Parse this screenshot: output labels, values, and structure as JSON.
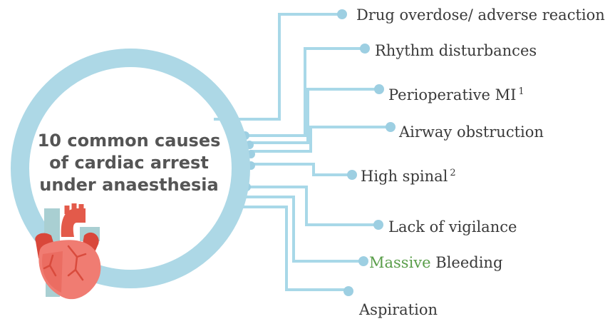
{
  "diagram": {
    "title_lines": [
      "10 common causes",
      "of cardiac arrest",
      "under anaesthesia"
    ],
    "colors": {
      "ring": "#add8e6",
      "connector": "#a8d8e8",
      "dot": "#9dcfe2",
      "text": "#3a3a3a",
      "title": "#555555",
      "highlight": "#5a9e4a"
    },
    "icon": "heart-icon",
    "causes": [
      {
        "text": "Drug overdose/ adverse reaction"
      },
      {
        "text": "Rhythm disturbances"
      },
      {
        "text": "Perioperative MI",
        "sup": "1"
      },
      {
        "text": "Airway obstruction"
      },
      {
        "text": "High spinal",
        "sup": "2"
      },
      {
        "text": "Lack of vigilance"
      },
      {
        "highlight": "Massive",
        "text": " Bleeding"
      },
      {
        "text": "Aspiration"
      }
    ]
  }
}
